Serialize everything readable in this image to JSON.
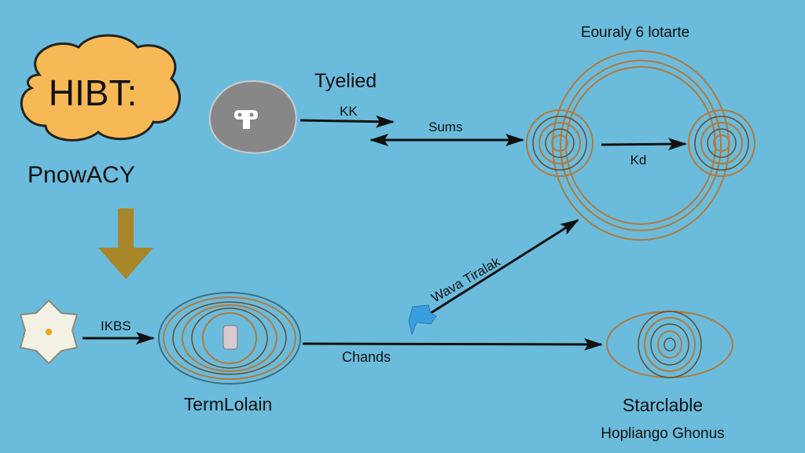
{
  "title_bubble": "HIBT:",
  "subtitle": "PnowACY",
  "top_label": "Tyelied",
  "top_arrow_label": "KK",
  "sums_label": "Sums",
  "cycle_title": "Eouraly 6 lotarte",
  "cycle_arrow_label": "Kd",
  "diagonal_label": "Wava Tiralak",
  "flower_arrow_label": "IKBS",
  "left_node_label": "TermLolain",
  "bottom_arrow_label": "Chands",
  "right_node_label": "Starclable",
  "right_node_sublabel": "Hopliango Ghonus",
  "colors": {
    "background": "#6bbcdc",
    "cloud": "#f7b955",
    "down_arrow": "#a8862a",
    "rings": "#b07a3e"
  }
}
